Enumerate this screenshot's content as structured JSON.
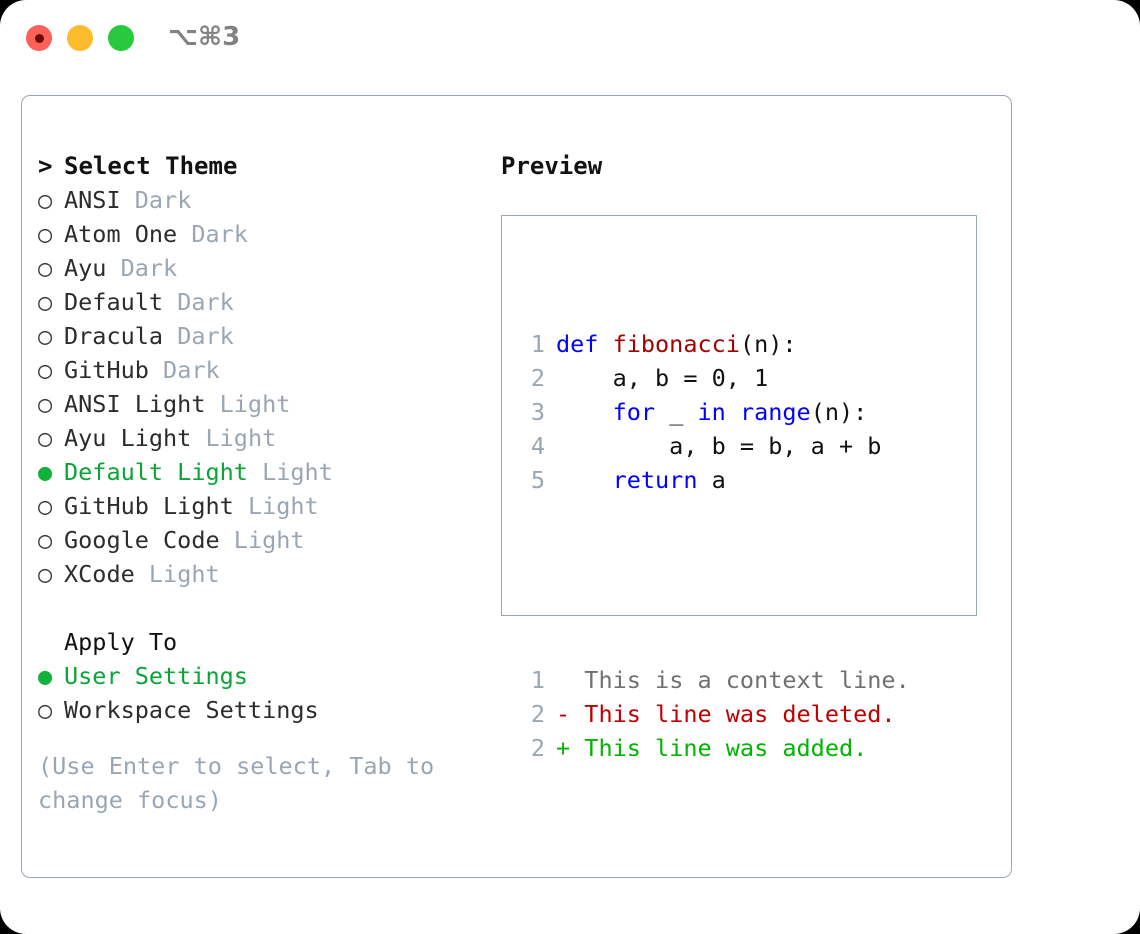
{
  "window": {
    "traffic_lights": [
      {
        "name": "close",
        "color": "#fc6158"
      },
      {
        "name": "minimize",
        "color": "#fdbc2e"
      },
      {
        "name": "zoom",
        "color": "#28c83f"
      }
    ],
    "title_shortcut": "⌥⌘3"
  },
  "theme_picker": {
    "heading_marker": ">",
    "heading": "Select Theme",
    "marker_selected": "●",
    "marker_unselected": "○",
    "items": [
      {
        "name": "ANSI",
        "variant": "Dark",
        "selected": false
      },
      {
        "name": "Atom One",
        "variant": "Dark",
        "selected": false
      },
      {
        "name": "Ayu",
        "variant": "Dark",
        "selected": false
      },
      {
        "name": "Default",
        "variant": "Dark",
        "selected": false
      },
      {
        "name": "Dracula",
        "variant": "Dark",
        "selected": false
      },
      {
        "name": "GitHub",
        "variant": "Dark",
        "selected": false
      },
      {
        "name": "ANSI Light",
        "variant": "Light",
        "selected": false
      },
      {
        "name": "Ayu Light",
        "variant": "Light",
        "selected": false
      },
      {
        "name": "Default Light",
        "variant": "Light",
        "selected": true
      },
      {
        "name": "GitHub Light",
        "variant": "Light",
        "selected": false
      },
      {
        "name": "Google Code",
        "variant": "Light",
        "selected": false
      },
      {
        "name": "XCode",
        "variant": "Light",
        "selected": false
      }
    ]
  },
  "apply_to": {
    "title": "Apply To",
    "options": [
      {
        "label": "User Settings",
        "selected": true
      },
      {
        "label": "Workspace Settings",
        "selected": false
      }
    ]
  },
  "hint": "(Use Enter to select, Tab to change focus)",
  "preview": {
    "heading": "Preview",
    "code_lines": [
      {
        "num": "1",
        "tokens": [
          {
            "t": "def ",
            "c": "kw"
          },
          {
            "t": "fibonacci",
            "c": "fn"
          },
          {
            "t": "(n):",
            "c": "plain"
          }
        ]
      },
      {
        "num": "2",
        "tokens": [
          {
            "t": "    a, b = 0, 1",
            "c": "plain"
          }
        ]
      },
      {
        "num": "3",
        "tokens": [
          {
            "t": "    ",
            "c": "plain"
          },
          {
            "t": "for",
            "c": "kw"
          },
          {
            "t": " _ ",
            "c": "plain"
          },
          {
            "t": "in",
            "c": "kw"
          },
          {
            "t": " ",
            "c": "plain"
          },
          {
            "t": "range",
            "c": "kw"
          },
          {
            "t": "(n):",
            "c": "plain"
          }
        ]
      },
      {
        "num": "4",
        "tokens": [
          {
            "t": "        a, b = b, a + b",
            "c": "plain"
          }
        ]
      },
      {
        "num": "5",
        "tokens": [
          {
            "t": "    ",
            "c": "plain"
          },
          {
            "t": "return",
            "c": "kw"
          },
          {
            "t": " a",
            "c": "plain"
          }
        ]
      }
    ],
    "diff_lines": [
      {
        "num": "1",
        "marker": " ",
        "text": "This is a context line.",
        "kind": "ctx"
      },
      {
        "num": "2",
        "marker": "-",
        "text": "This line was deleted.",
        "kind": "del"
      },
      {
        "num": "2",
        "marker": "+",
        "text": "This line was added.",
        "kind": "add"
      }
    ]
  },
  "colors": {
    "selected_green": "#0aa437",
    "muted_gray": "#9aa6b4",
    "keyword_blue": "#0000ff",
    "function_red": "#a40000",
    "diff_delete": "#c00000",
    "diff_add": "#00b400",
    "border": "#9aa6b4"
  }
}
